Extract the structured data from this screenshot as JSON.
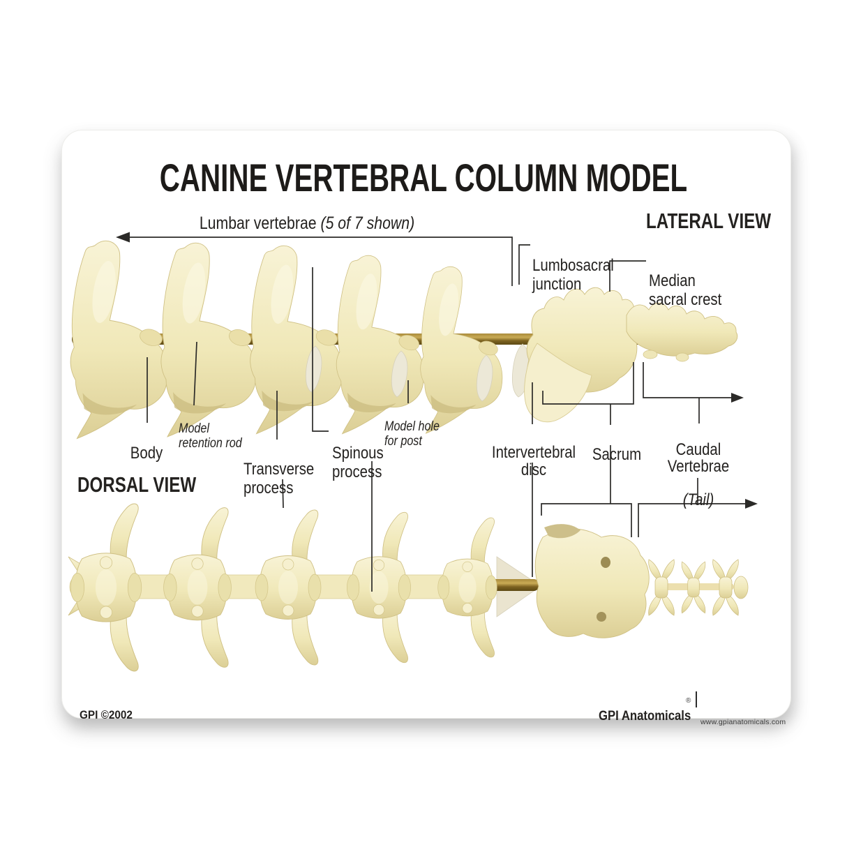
{
  "card": {
    "title": "CANINE VERTEBRAL COLUMN MODEL",
    "lateral_heading": "LATERAL VIEW",
    "dorsal_heading": "DORSAL VIEW",
    "lumbar_label": {
      "text": "Lumbar vertebrae ",
      "note": "(5 of 7 shown)"
    },
    "labels": {
      "lumbosacral_junction": "Lumbosacral\njunction",
      "median_sacral_crest": "Median\nsacral crest",
      "body": "Body",
      "model_retention_rod": "Model\nretention rod",
      "transverse_process": "Transverse\nprocess",
      "spinous_process": "Spinous\nprocess",
      "model_hole_for_post": "Model hole\nfor post",
      "intervertebral_disc": "Intervertebral\ndisc",
      "sacrum": "Sacrum",
      "caudal_vertebrae": "Caudal\nVertebrae",
      "caudal_tail_note": "(Tail)"
    },
    "footer": {
      "copyright": "GPI ©2002",
      "brand": "GPI Anatomicals",
      "registered_mark": "®",
      "website": "www.gpianatomicals.com"
    },
    "colors": {
      "bone": "#f2ebbf",
      "bone_shadow": "#d8ca8f",
      "rod_brass": "#8a6d26",
      "leader_line": "#2b2a28",
      "card_background": "#ffffff"
    }
  }
}
